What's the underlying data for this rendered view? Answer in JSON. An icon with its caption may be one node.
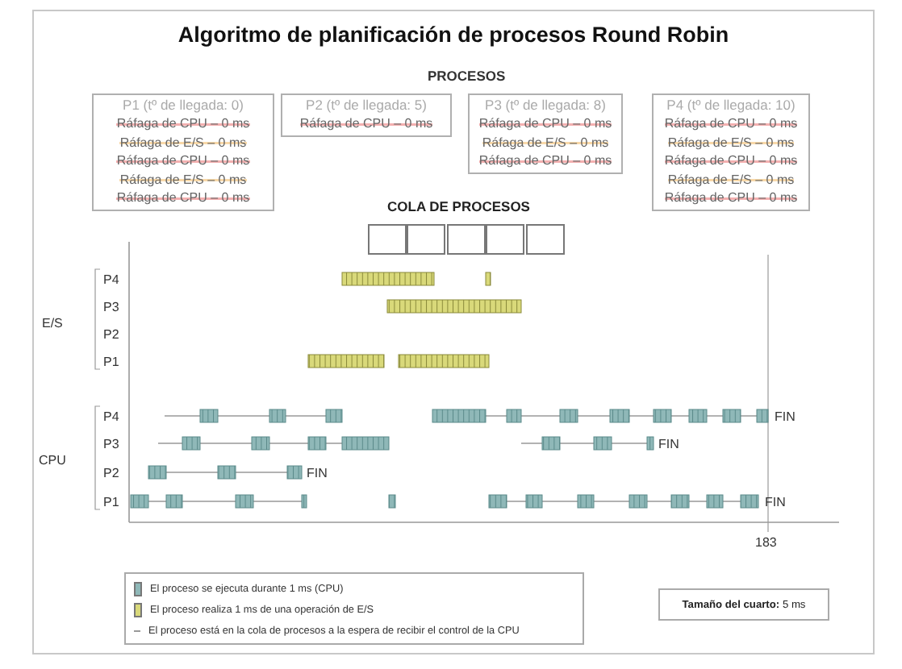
{
  "diagram": {
    "title": "Algoritmo de planificación de procesos Round Robin",
    "nodes": [
      {
        "text": [
          "P1 (tº de llegada: 0)",
          "Ráfaga de CPU – 0 ms",
          "Ráfaga de E/S – 0 ms",
          "Ráfaga de CPU – 0 ms",
          "Ráfaga de E/S – 0 ms",
          "Ráfaga de CPU – 0 ms"
        ]
      },
      {
        "text": [
          "P2 (tº de llegada: 5)",
          "Ráfaga de CPU – 0 ms"
        ]
      },
      {
        "text": [
          "P3 (tº de llegada: 8)",
          "Ráfaga de CPU – 0 ms",
          "Ráfaga de E/S – 0 ms",
          "Ráfaga de CPU – 0 ms"
        ]
      },
      {
        "text": [
          "P4 (tº de llegada: 10)",
          "Ráfaga de CPU – 0 ms",
          "Ráfaga de E/S – 0 ms",
          "Ráfaga de CPU – 0 ms",
          "Ráfaga de E/S – 0 ms",
          "Ráfaga de CPU – 0 ms"
        ]
      },
      {
        "text": [
          "COLA DE PROCESOS"
        ]
      },
      {
        "text": [
          "**Tamaño del cuarto:** 5 ms"
        ]
      }
    ],
    "labels": [
      "PROCESOS",
      "E/S",
      "P4",
      "P3",
      "P2",
      "P1",
      "CPU",
      "P4",
      "FIN",
      "P3",
      "FIN",
      "P2",
      "FIN",
      "P1",
      "FIN",
      "183"
    ],
    "legend": [
      {
        "text": "El proceso se ejecuta durante 1 ms (CPU)",
        "color": "#8fb8b8"
      },
      {
        "text": "El proceso realiza 1 ms de una operación de E/S",
        "color": "#d9d97a"
      },
      {
        "text": "El proceso está en la cola de procesos a la espera de recibir el control de la CPU"
      }
    ]
  }
}
